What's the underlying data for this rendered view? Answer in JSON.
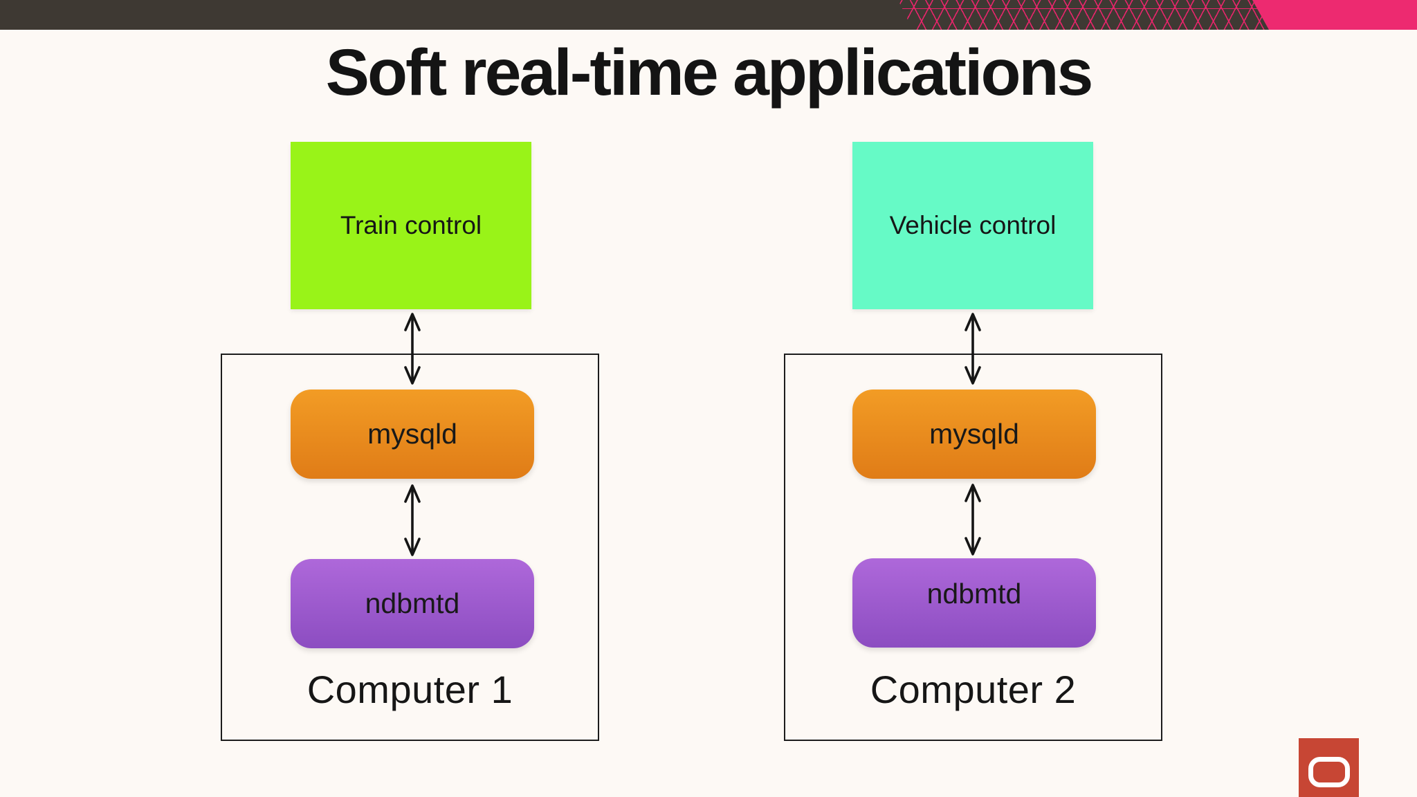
{
  "slide": {
    "title": "Soft real-time applications",
    "title_color": "#141414",
    "background": "#fdf9f5"
  },
  "header_bar": {
    "bg_color": "#3e3933",
    "accent_color": "#ed2a70",
    "pattern_line_color": "#e8256b"
  },
  "diagram": {
    "border_color": "#1c1c1c",
    "arrow_color": "#151515",
    "computers": [
      {
        "label": "Computer 1",
        "app": {
          "label": "Train control",
          "color": "#99f318"
        },
        "nodes": [
          {
            "label": "mysqld",
            "color_top": "#f29c25",
            "color_bottom": "#e07c17"
          },
          {
            "label": "ndbmtd",
            "color_top": "#ae68da",
            "color_bottom": "#8c4dc1"
          }
        ],
        "connections": [
          {
            "from": "Train control",
            "to": "mysqld",
            "bidirectional": true
          },
          {
            "from": "mysqld",
            "to": "ndbmtd",
            "bidirectional": true
          }
        ]
      },
      {
        "label": "Computer 2",
        "app": {
          "label": "Vehicle control",
          "color": "#66fac6"
        },
        "nodes": [
          {
            "label": "mysqld",
            "color_top": "#f29c25",
            "color_bottom": "#e07c17"
          },
          {
            "label": "ndbmtd",
            "color_top": "#ae68da",
            "color_bottom": "#8c4dc1"
          }
        ],
        "connections": [
          {
            "from": "Vehicle control",
            "to": "mysqld",
            "bidirectional": true
          },
          {
            "from": "mysqld",
            "to": "ndbmtd",
            "bidirectional": true
          }
        ]
      }
    ]
  },
  "logo": {
    "name": "oracle-logo",
    "color": "#c74634",
    "mark_color": "#ffffff"
  }
}
